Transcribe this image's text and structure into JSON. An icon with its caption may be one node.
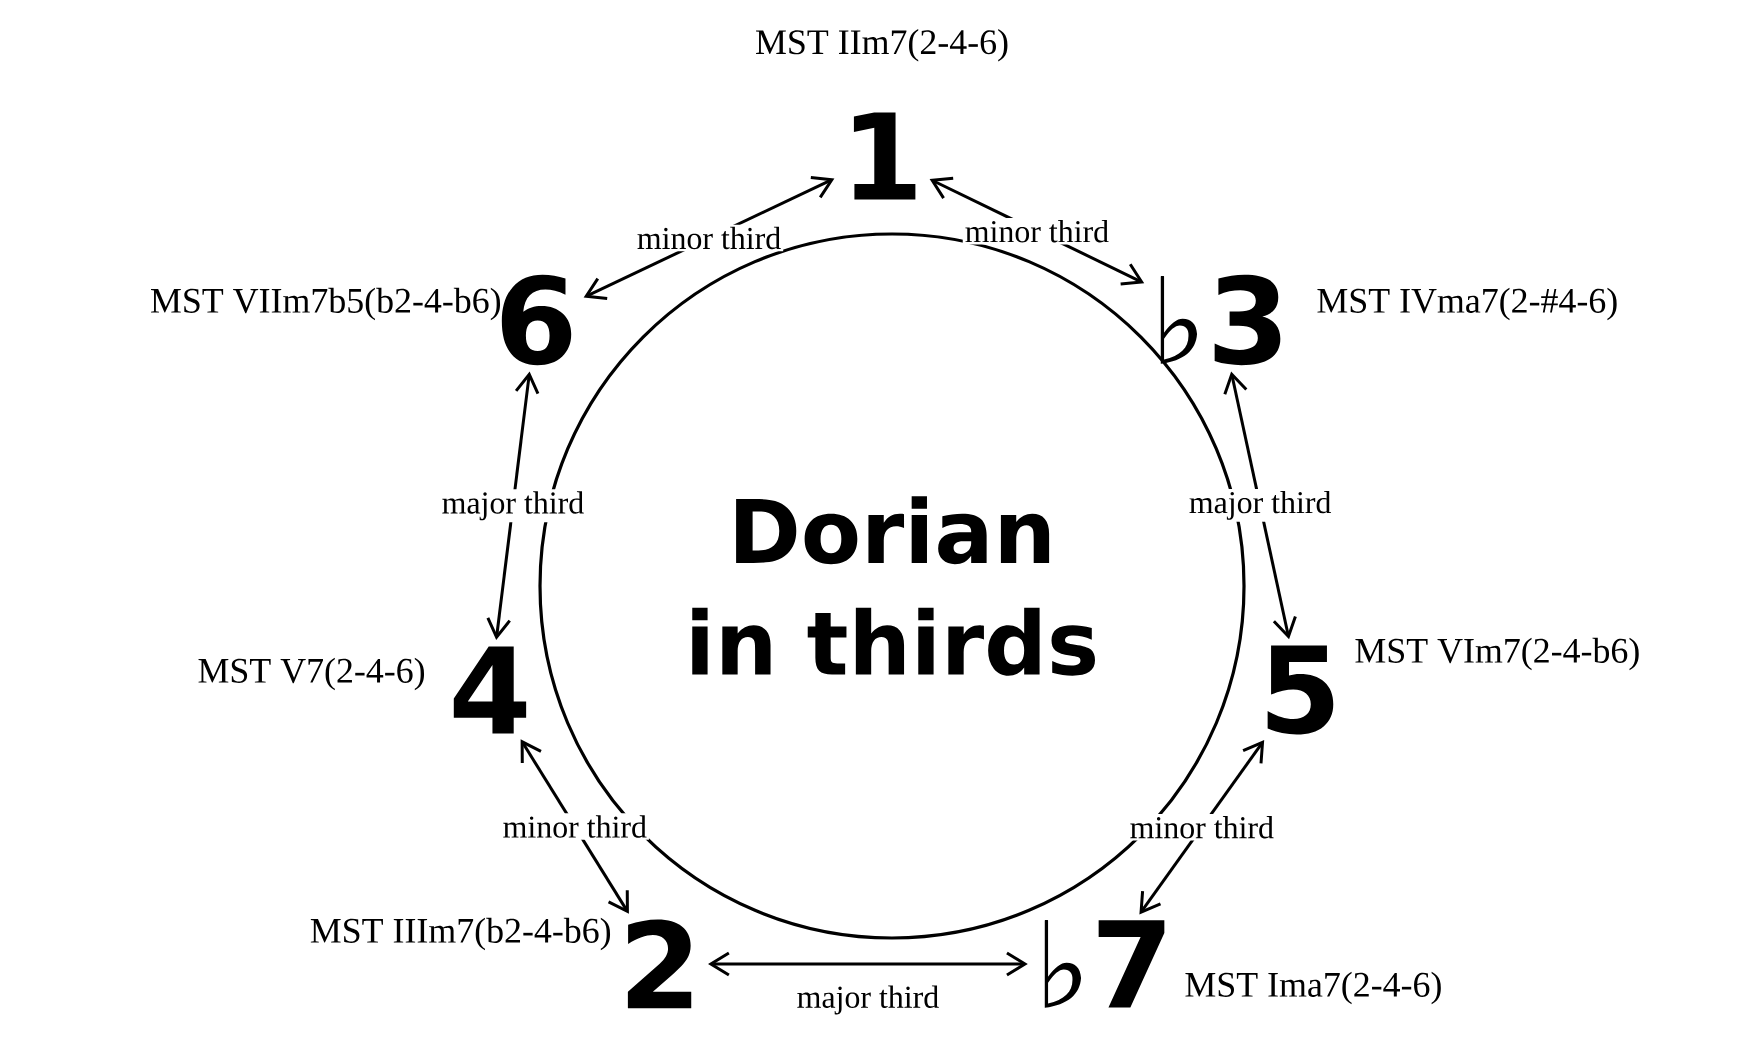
{
  "diagram": {
    "nodes": [
      {
        "text": [
          "1"
        ],
        "beside": [
          "MST IIm7(2-4-6)"
        ]
      },
      {
        "text": [
          "6"
        ],
        "beside": [
          "MST VIIm7b5(b2-4-b6)"
        ]
      },
      {
        "text": [
          "♭3"
        ],
        "beside": [
          "MST IVma7(2-#4-6)"
        ]
      },
      {
        "text": [
          "Dorian in thirds"
        ]
      },
      {
        "text": [
          "4"
        ],
        "beside": [
          "MST V7(2-4-6)"
        ]
      },
      {
        "text": [
          "5"
        ],
        "beside": [
          "MST VIm7(2-4-b6)"
        ]
      },
      {
        "text": [
          "2"
        ],
        "beside": [
          "MST IIIm7(b2-4-b6)"
        ]
      },
      {
        "text": [
          "♭7"
        ],
        "beside": [
          "MST Ima7(2-4-6)"
        ]
      }
    ],
    "edges": [
      {
        "from": 0,
        "to": 1,
        "arrow": "both",
        "label": "minor third"
      },
      {
        "from": 0,
        "to": 2,
        "arrow": "both",
        "label": "minor third"
      },
      {
        "from": 1,
        "to": 4,
        "arrow": "both",
        "label": "major third"
      },
      {
        "from": 2,
        "to": 5,
        "arrow": "both",
        "label": "major third"
      },
      {
        "from": 4,
        "to": 6,
        "arrow": "both",
        "label": "minor third"
      },
      {
        "from": 5,
        "to": 7,
        "arrow": "both",
        "label": "minor third"
      },
      {
        "from": 6,
        "to": 7,
        "arrow": "both",
        "label": "major third"
      }
    ]
  }
}
